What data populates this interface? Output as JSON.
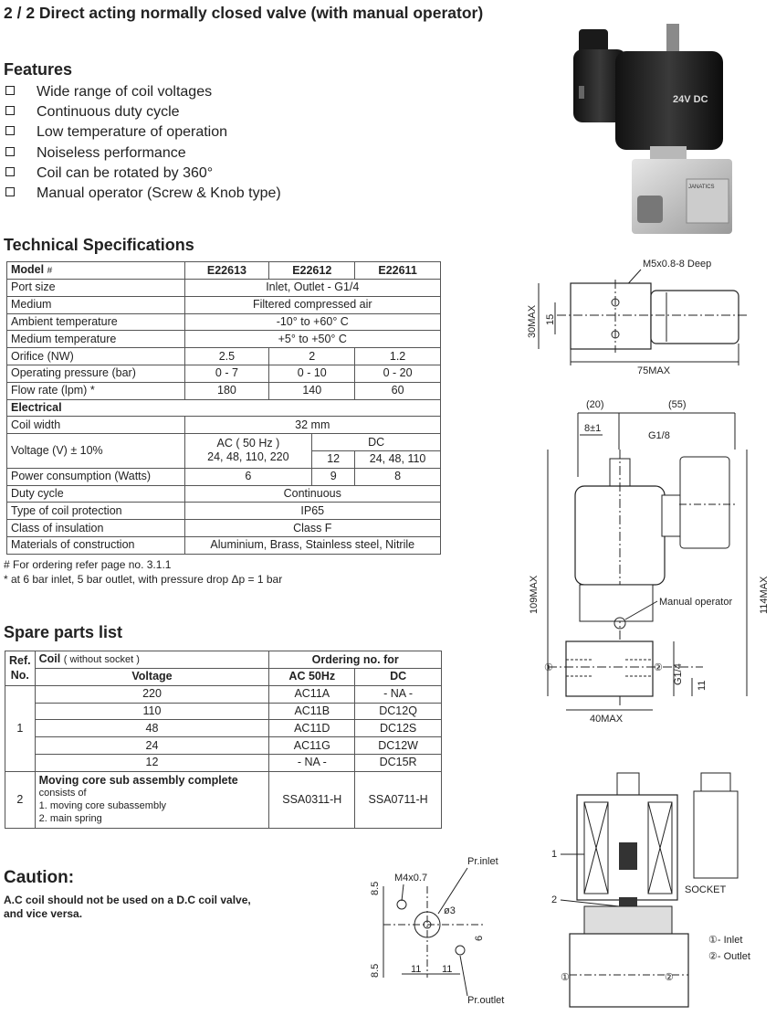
{
  "title": "2 / 2 Direct acting normally closed valve (with manual operator)",
  "features": {
    "heading": "Features",
    "items": [
      "Wide range of coil voltages",
      "Continuous duty cycle",
      "Low temperature of operation",
      "Noiseless performance",
      "Coil can be rotated by 360°",
      "Manual operator (Screw & Knob type)"
    ]
  },
  "photo": {
    "label": "24V DC",
    "brand": "JANATICS"
  },
  "tech": {
    "heading": "Technical Specifications",
    "model_label": "Model",
    "model_hash": "#",
    "models": [
      "E22613",
      "E22612",
      "E22611"
    ],
    "port_size": [
      "Port size",
      "Inlet, Outlet - G1/4"
    ],
    "medium": [
      "Medium",
      "Filtered compressed air"
    ],
    "ambient": [
      "Ambient temperature",
      "-10° to +60° C"
    ],
    "medium_temp": [
      "Medium temperature",
      "+5° to +50° C"
    ],
    "orifice": [
      "Orifice (NW)",
      "2.5",
      "2",
      "1.2"
    ],
    "op_pressure": [
      "Operating pressure (bar)",
      "0 - 7",
      "0 - 10",
      "0 - 20"
    ],
    "flow": [
      "Flow rate (lpm) *",
      "180",
      "140",
      "60"
    ],
    "electrical": "Electrical",
    "coil_width": [
      "Coil width",
      "32 mm"
    ],
    "voltage_label": "Voltage (V) ± 10%",
    "ac_head": "AC ( 50 Hz )",
    "ac_values": "24, 48, 110, 220",
    "dc_head": "DC",
    "dc_12": "12",
    "dc_values": "24, 48, 110",
    "power": [
      "Power consumption (Watts)",
      "6",
      "9",
      "8"
    ],
    "duty": [
      "Duty cycle",
      "Continuous"
    ],
    "protection": [
      "Type of coil protection",
      "IP65"
    ],
    "insulation": [
      "Class of insulation",
      "Class F"
    ],
    "materials": [
      "Materials of construction",
      "Aluminium, Brass, Stainless steel, Nitrile"
    ]
  },
  "notes": [
    "# For ordering refer page no. 3.1.1",
    "* at 6 bar inlet, 5 bar outlet, with pressure drop Δp = 1 bar"
  ],
  "spares": {
    "heading": "Spare parts list",
    "ref": "Ref.",
    "no": "No.",
    "coil": "Coil",
    "coil_note": "( without socket )",
    "ordering": "Ordering no. for",
    "voltage": "Voltage",
    "ac": "AC 50Hz",
    "dc": "DC",
    "ref1": "1",
    "rows": [
      [
        "220",
        "AC11A",
        "- NA -"
      ],
      [
        "110",
        "AC11B",
        "DC12Q"
      ],
      [
        "48",
        "AC11D",
        "DC12S"
      ],
      [
        "24",
        "AC11G",
        "DC12W"
      ],
      [
        "12",
        "- NA -",
        "DC15R"
      ]
    ],
    "ref2": "2",
    "mc_title": "Moving core sub assembly complete",
    "mc_lines": [
      "consists of",
      "1. moving core subassembly",
      "2. main spring"
    ],
    "mc_ac": "SSA0311-H",
    "mc_dc": "SSA0711-H"
  },
  "caution": {
    "heading": "Caution:",
    "text1": "A.C coil should not be used on a D.C coil valve,",
    "text2": "and vice versa."
  },
  "dims": {
    "m5": "M5x0.8-8 Deep",
    "d30": "30MAX",
    "d15": "15",
    "d75": "75MAX",
    "d20": "(20)",
    "d55": "(55)",
    "d8": "8±1",
    "g18": "G1/8",
    "d109": "109MAX",
    "d114": "114MAX",
    "manual": "Manual operator",
    "c1": "①",
    "c2": "②",
    "g14": "G1/4",
    "d11": "11",
    "d40": "40MAX"
  },
  "mount": {
    "prinlet": "Pr.inlet",
    "m4": "M4x0.7",
    "d85a": "8.5",
    "d85b": "8.5",
    "d3": "ø3",
    "d6": "6",
    "d11a": "11",
    "d11b": "11",
    "proutlet": "Pr.outlet"
  },
  "section": {
    "l1": "1",
    "l2": "2",
    "socket": "SOCKET",
    "c1": "①",
    "c2": "②",
    "legend1": "①- Inlet",
    "legend2": "②- Outlet"
  }
}
